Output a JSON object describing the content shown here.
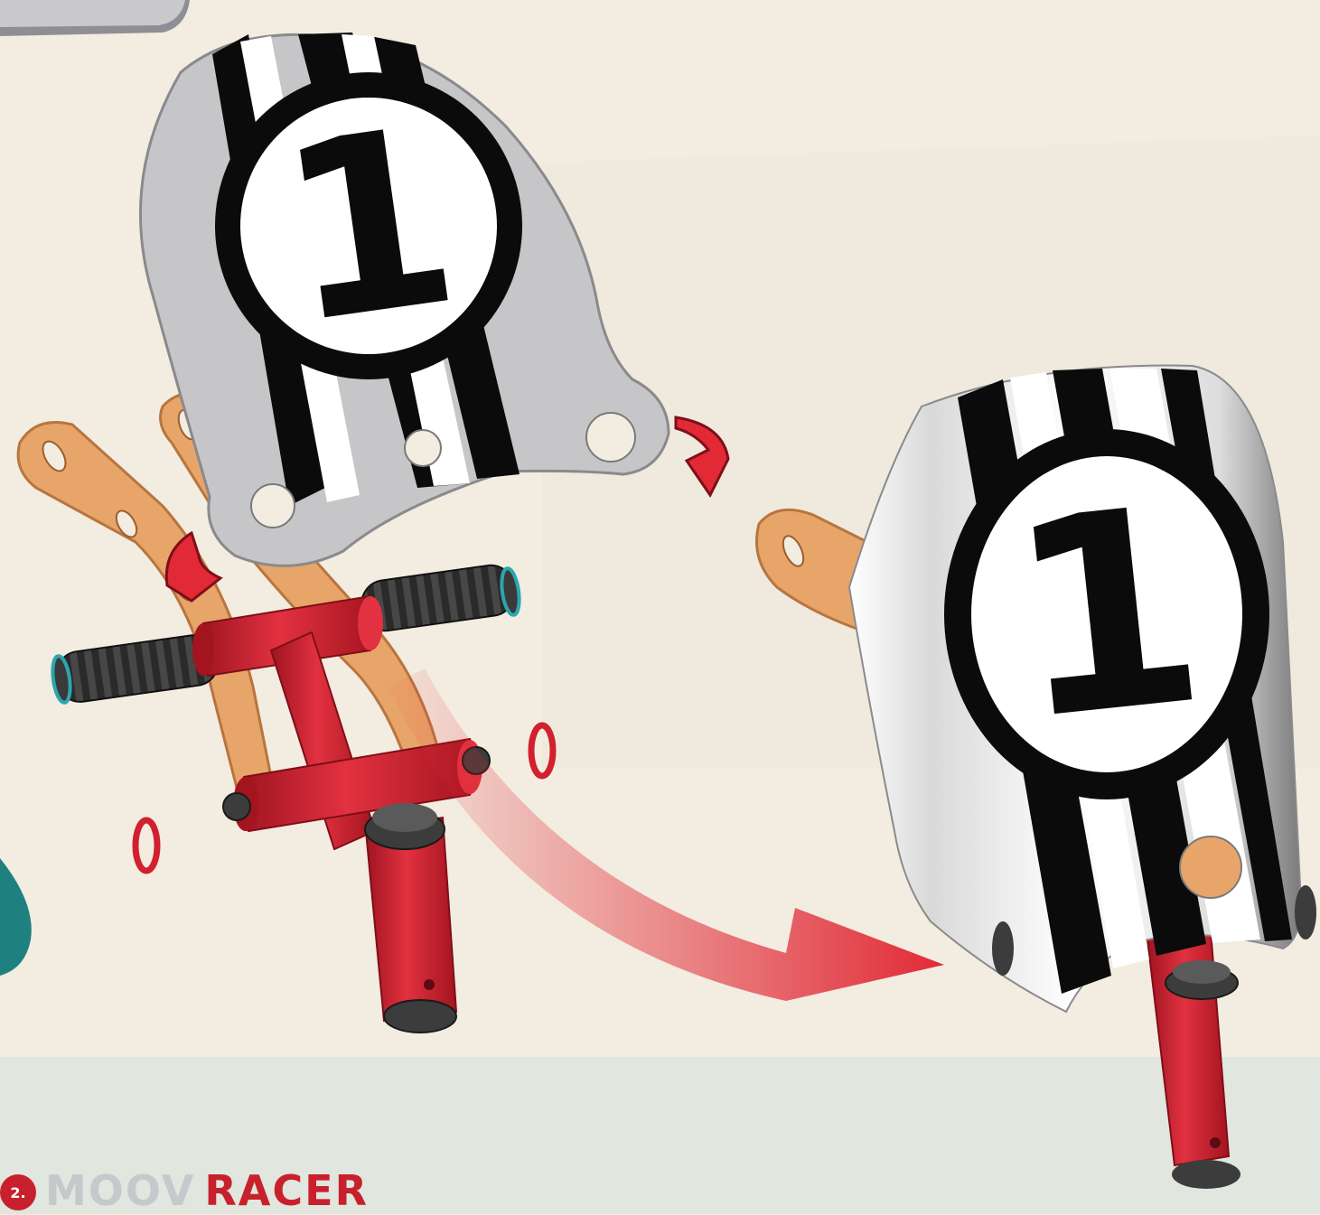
{
  "plate": {
    "number": "1"
  },
  "shaped_plate": {
    "number": "1"
  },
  "footer": {
    "step": "2.",
    "brand_first": "MOOV",
    "brand_second": "RACER"
  },
  "colors": {
    "background": "#f3ece0",
    "floor": "#e1e6de",
    "metal_grey": "#c6c6c8",
    "stripe_black": "#0b0b0b",
    "frame_red": "#d1202f",
    "copper": "#e8a56a",
    "arrow_red": "#e12a36",
    "brand_grey": "#c7c8cb",
    "brand_red": "#c8202c",
    "teal": "#1f8080"
  },
  "icons": [
    "rotate-arrow-icon",
    "rotate-arrow-icon",
    "big-curved-arrow-icon"
  ]
}
